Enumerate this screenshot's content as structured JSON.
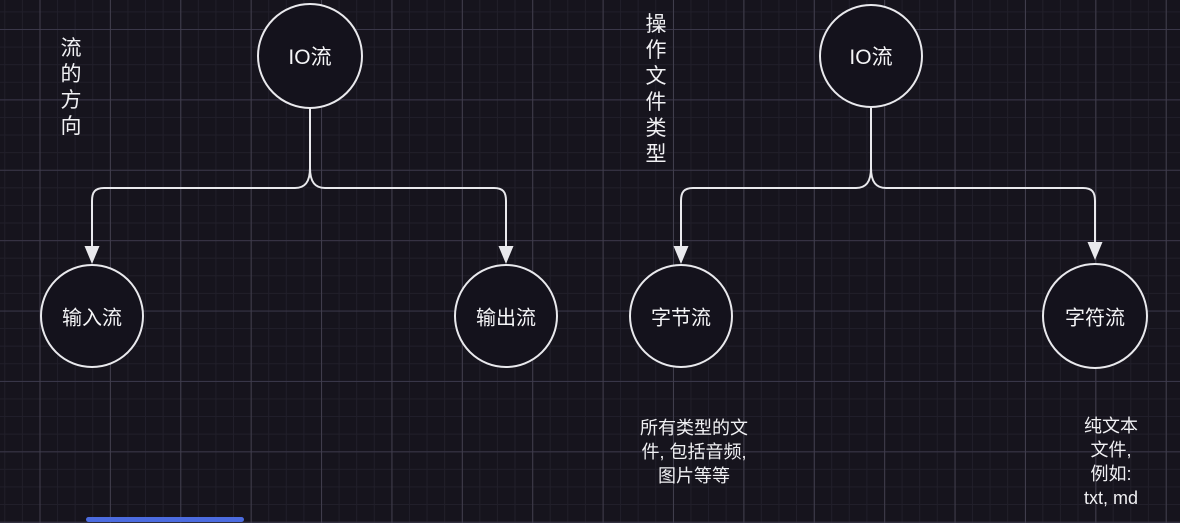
{
  "canvas": {
    "background_color": "#16141d",
    "grid_minor_color": "#211f2a",
    "grid_major_color": "#3e3b4a",
    "shape_stroke_color": "#e9e9ed",
    "node_fill_color": "#14121c",
    "text_color": "#f0f0f3",
    "scrollbar_color": "#4c6ce0"
  },
  "left_tree": {
    "section_label": "流的方向",
    "root": {
      "label": "IO流"
    },
    "children": [
      {
        "label": "输入流"
      },
      {
        "label": "输出流"
      }
    ]
  },
  "right_tree": {
    "section_label": "操作文件类型",
    "root": {
      "label": "IO流"
    },
    "children": [
      {
        "label": "字节流",
        "caption": "所有类型的文\n件, 包括音频,\n图片等等"
      },
      {
        "label": "字符流",
        "caption": "纯文本文件,\n例如: txt, md"
      }
    ]
  }
}
